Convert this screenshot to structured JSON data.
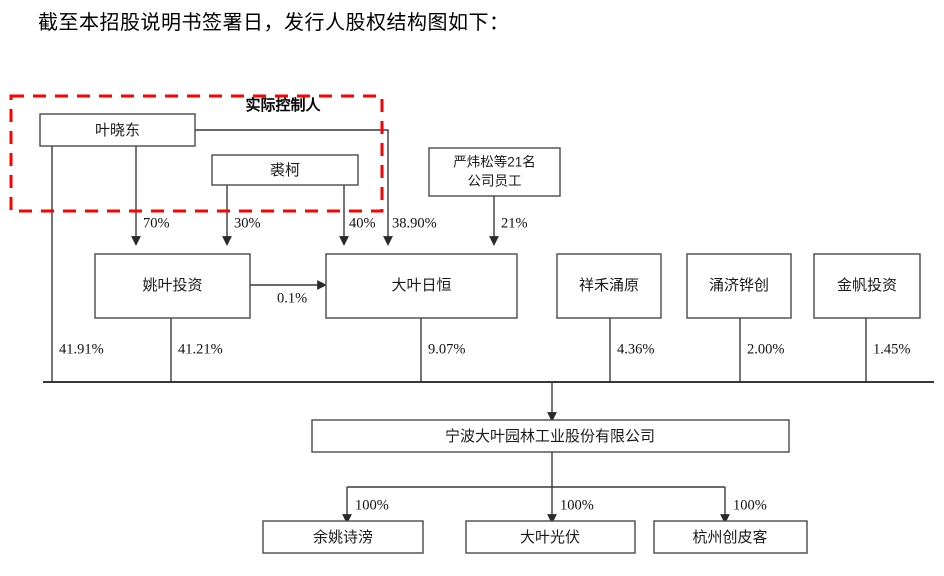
{
  "document": {
    "intro_text": "截至本招股说明书签署日，发行人股权结构图如下："
  },
  "diagram": {
    "control_group_label": "实际控制人",
    "control_group_color": "#ff0000",
    "nodes": {
      "ye_xiaodong": "叶晓东",
      "qiu_ke": "裘柯",
      "employees_line1": "严炜松等21名",
      "employees_line2": "公司员工",
      "yaoye_touzi": "姚叶投资",
      "daye_riheng": "大叶日恒",
      "xianghe_yongyuan": "祥禾涌原",
      "yongji_huachuang": "涌济铧创",
      "jinfan_touzi": "金帆投资",
      "issuer": "宁波大叶园林工业股份有限公司",
      "sub_yuyao_shipang": "余姚诗滂",
      "sub_daye_guangfu": "大叶光伏",
      "sub_hangzhou_chuangpike": "杭州创皮客"
    },
    "edges": {
      "ye_to_yaoye": "70%",
      "qiu_to_yaoye": "30%",
      "qiu_to_riheng": "40%",
      "ye_to_riheng": "38.90%",
      "employees_to_riheng": "21%",
      "yaoye_to_riheng": "0.1%",
      "ye_to_issuer": "41.91%",
      "yaoye_to_issuer": "41.21%",
      "riheng_to_issuer": "9.07%",
      "xianghe_to_issuer": "4.36%",
      "yongji_to_issuer": "2.00%",
      "jinfan_to_issuer": "1.45%",
      "issuer_to_sub1": "100%",
      "issuer_to_sub2": "100%",
      "issuer_to_sub3": "100%"
    }
  }
}
